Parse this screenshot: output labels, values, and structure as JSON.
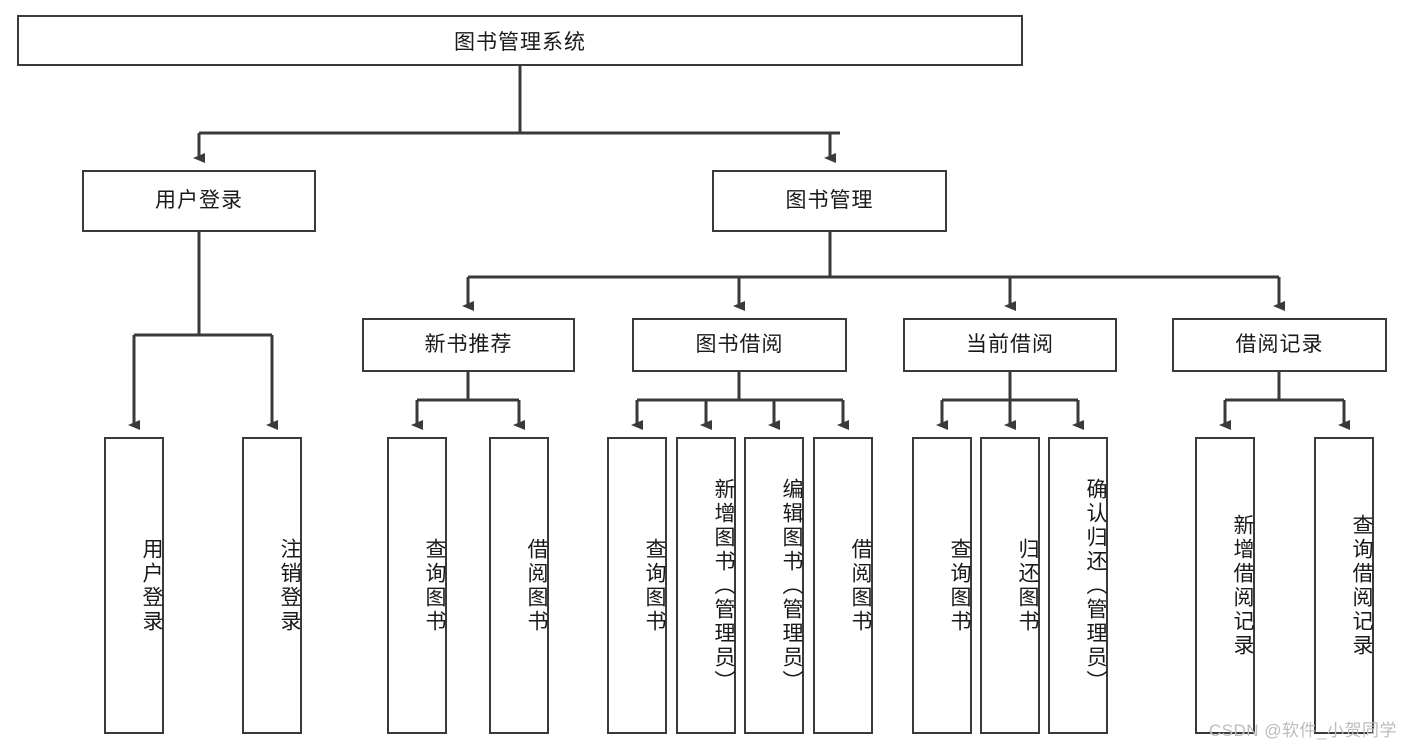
{
  "diagram": {
    "title": "图书管理系统",
    "watermark": "CSDN @软件_小贺同学",
    "colors": {
      "box_border": "#3a3a3a",
      "line": "#3a3a3a",
      "background": "#ffffff",
      "text": "#1a1a1a",
      "watermark": "#bcbcbc"
    },
    "root": {
      "label": "图书管理系统"
    },
    "level1": [
      {
        "label": "用户登录"
      },
      {
        "label": "图书管理"
      }
    ],
    "level2": [
      {
        "label": "新书推荐"
      },
      {
        "label": "图书借阅"
      },
      {
        "label": "当前借阅"
      },
      {
        "label": "借阅记录"
      }
    ],
    "leaves": {
      "user_login": [
        {
          "label": "用户登录"
        },
        {
          "label": "注销登录"
        }
      ],
      "new_book_recommend": [
        {
          "label": "查询图书"
        },
        {
          "label": "借阅图书"
        }
      ],
      "book_borrow": [
        {
          "label": "查询图书"
        },
        {
          "label": "新增图书（管理员）"
        },
        {
          "label": "编辑图书（管理员）"
        },
        {
          "label": "借阅图书"
        }
      ],
      "current_borrow": [
        {
          "label": "查询图书"
        },
        {
          "label": "归还图书"
        },
        {
          "label": "确认归还（管理员）"
        }
      ],
      "borrow_record": [
        {
          "label": "新增借阅记录"
        },
        {
          "label": "查询借阅记录"
        }
      ]
    }
  }
}
